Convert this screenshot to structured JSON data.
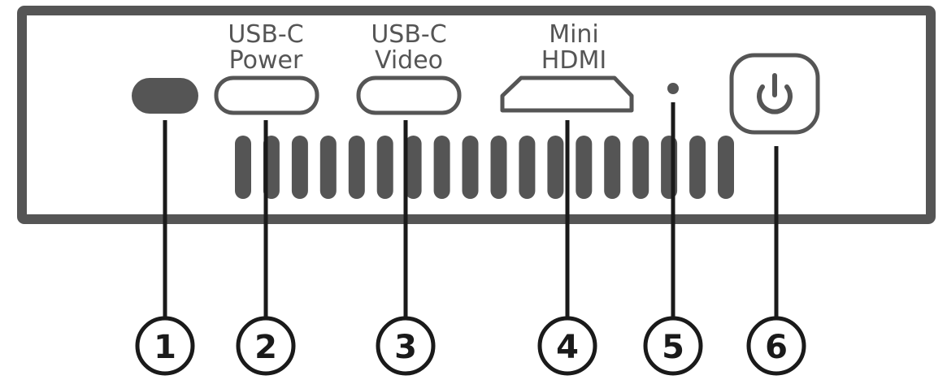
{
  "colors": {
    "panel_stroke": "#555555",
    "port_fill": "#555555",
    "port_stroke": "#555555",
    "text": "#555555",
    "callout_stroke": "#1a1a1a",
    "callout_text": "#1a1a1a"
  },
  "ports": [
    {
      "id": "ir-sensor",
      "lines": [],
      "icon": "ir-sensor-icon"
    },
    {
      "id": "usb-c-power",
      "lines": [
        "USB-C",
        "Power"
      ],
      "icon": "usb-c-port-icon"
    },
    {
      "id": "usb-c-video",
      "lines": [
        "USB-C",
        "Video"
      ],
      "icon": "usb-c-port-icon"
    },
    {
      "id": "mini-hdmi",
      "lines": [
        "Mini",
        "HDMI"
      ],
      "icon": "mini-hdmi-port-icon"
    },
    {
      "id": "status-led",
      "lines": [],
      "icon": "led-indicator-icon"
    },
    {
      "id": "power-button",
      "lines": [],
      "icon": "power-icon"
    }
  ],
  "callouts": [
    "1",
    "2",
    "3",
    "4",
    "5",
    "6"
  ],
  "vent_count": 18
}
